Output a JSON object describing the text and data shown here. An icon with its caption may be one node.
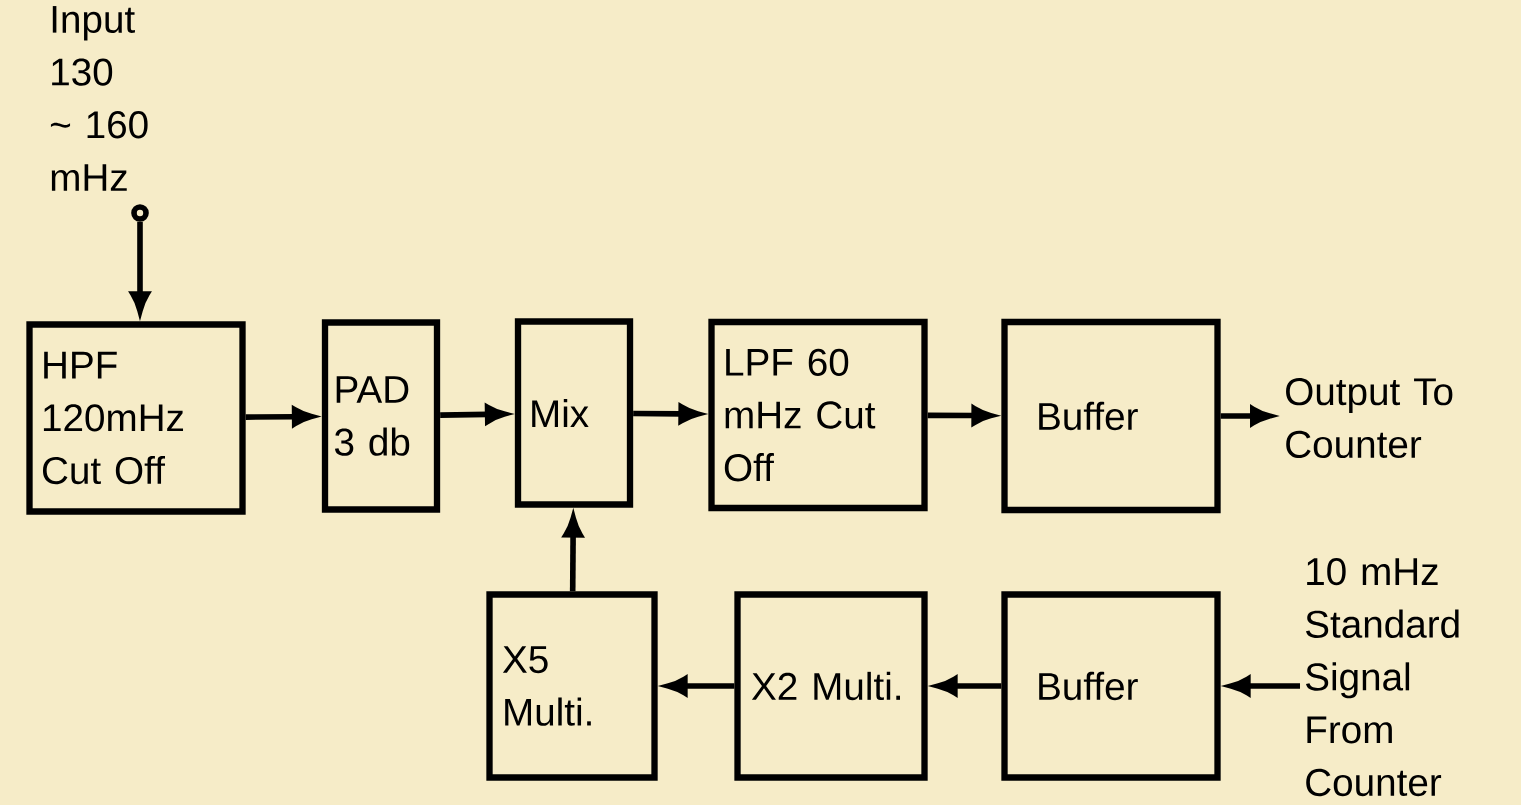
{
  "diagram": {
    "nodes": [
      {
        "text": [],
        "shape": "circle",
        "beside": [
          "Input 130 ~ 160 mHz"
        ]
      },
      {
        "text": [
          "HPF 120mHz Cut Off"
        ]
      },
      {
        "text": [
          "PAD 3 db"
        ]
      },
      {
        "text": [
          "Mix"
        ]
      },
      {
        "text": [
          "LPF 60 mHz Cut Off"
        ]
      },
      {
        "text": [
          "Buffer"
        ]
      },
      {
        "text": [
          "Output To Counter"
        ]
      },
      {
        "text": [
          "X5 Multi."
        ]
      },
      {
        "text": [
          "X2 Multi."
        ]
      },
      {
        "text": [
          "Buffer"
        ]
      },
      {
        "text": [
          "10 mHz Standard Signal From Counter"
        ]
      }
    ],
    "edges": [
      {
        "from": 0,
        "to": 1,
        "arrow": "to"
      },
      {
        "from": 1,
        "to": 2,
        "arrow": "to"
      },
      {
        "from": 2,
        "to": 3,
        "arrow": "to"
      },
      {
        "from": 3,
        "to": 4,
        "arrow": "to"
      },
      {
        "from": 4,
        "to": 5,
        "arrow": "to"
      },
      {
        "from": 5,
        "to": 6,
        "arrow": "to"
      },
      {
        "from": 9,
        "to": 8,
        "arrow": "to"
      },
      {
        "from": 8,
        "to": 7,
        "arrow": "to"
      },
      {
        "from": 7,
        "to": 3,
        "arrow": "to"
      },
      {
        "from": 10,
        "to": 9,
        "arrow": "to"
      }
    ]
  }
}
